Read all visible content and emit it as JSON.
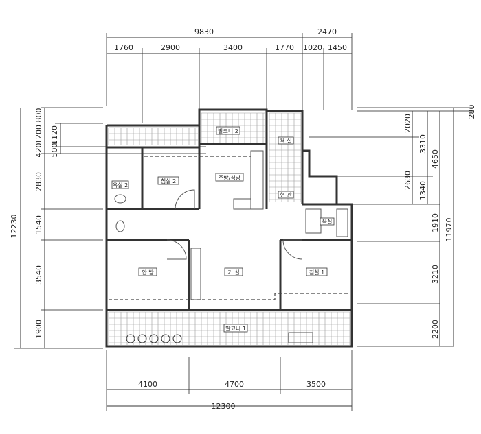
{
  "dimensions": {
    "top_total": [
      "9830",
      "2470"
    ],
    "top_segments": [
      "1760",
      "2900",
      "3400",
      "1770",
      "1020",
      "1450"
    ],
    "bottom_segments": [
      "4100",
      "4700",
      "3500"
    ],
    "bottom_total": "12300",
    "left_outer": "12230",
    "left_segments": [
      "800",
      "1200",
      "420",
      "2830",
      "1540",
      "3540",
      "1900"
    ],
    "left_inner": [
      "1120",
      "500"
    ],
    "right_a": [
      "2020",
      "2630"
    ],
    "right_b": [
      "3310",
      "1340"
    ],
    "right_c": [
      "4650",
      "1910",
      "3210",
      "2200"
    ],
    "right_total": "11970",
    "right_top": "280"
  },
  "rooms": {
    "balcony2": "발코니 2",
    "bedroom2": "침실 2",
    "kitchen": "주방/식당",
    "bath2": "욕실 2",
    "bath_top": "욕 실",
    "entrance": "현 관",
    "bath": "욕실",
    "master": "안 방",
    "living": "거 실",
    "bedroom1": "침실 1",
    "balcony1": "발코니 1"
  }
}
